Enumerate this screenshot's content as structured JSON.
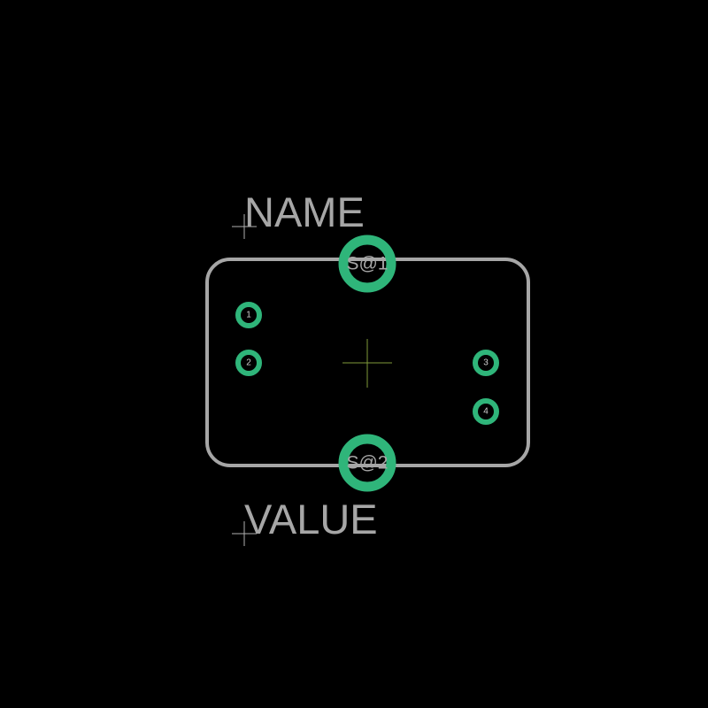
{
  "colors": {
    "background": "#000000",
    "outline": "#a6a6a6",
    "pad": "#2fb57a",
    "crosshair": "#7f9a3a",
    "origin": "#b0b0b0"
  },
  "labels": {
    "name": "NAME",
    "value": "VALUE"
  },
  "pads": {
    "pin1": "1",
    "pin2": "2",
    "pin3": "3",
    "pin4": "4",
    "shield1": "S@1",
    "shield2": "S@2"
  }
}
